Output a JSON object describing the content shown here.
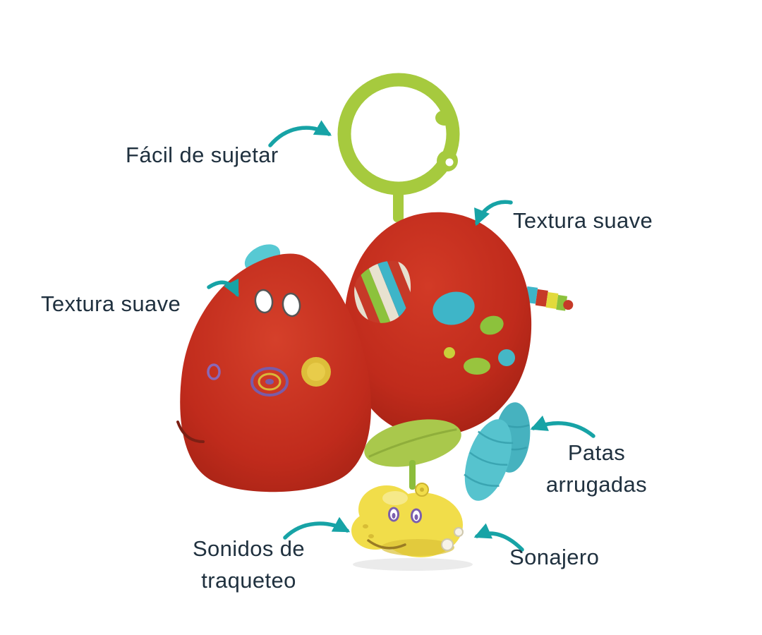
{
  "page": {
    "background_color": "#ffffff",
    "description_note": ""
  },
  "colors": {
    "label_text": "#20313f",
    "arrow_teal": "#17a3a6",
    "toy_red": "#c02b1c",
    "ring_green": "#a6ca3e",
    "accent_teal": "#56c3ce",
    "rattle_yellow": "#f1dd4a",
    "leaf_green": "#a9c84c"
  },
  "annotations": {
    "facil_de_sujetar": {
      "label": "Fácil de sujetar"
    },
    "textura_suave_right": {
      "label": "Textura suave"
    },
    "textura_suave_left": {
      "label": "Textura suave"
    },
    "patas_arrugadas": {
      "line1": "Patas",
      "line2": "arrugadas"
    },
    "sonidos_de_traqueteo": {
      "line1": "Sonidos de",
      "line2": "traqueteo"
    },
    "sonajero": {
      "label": "Sonajero"
    }
  },
  "icons": {
    "arrow_style": "curved teal swoosh arrow pointing from label to toy feature"
  }
}
